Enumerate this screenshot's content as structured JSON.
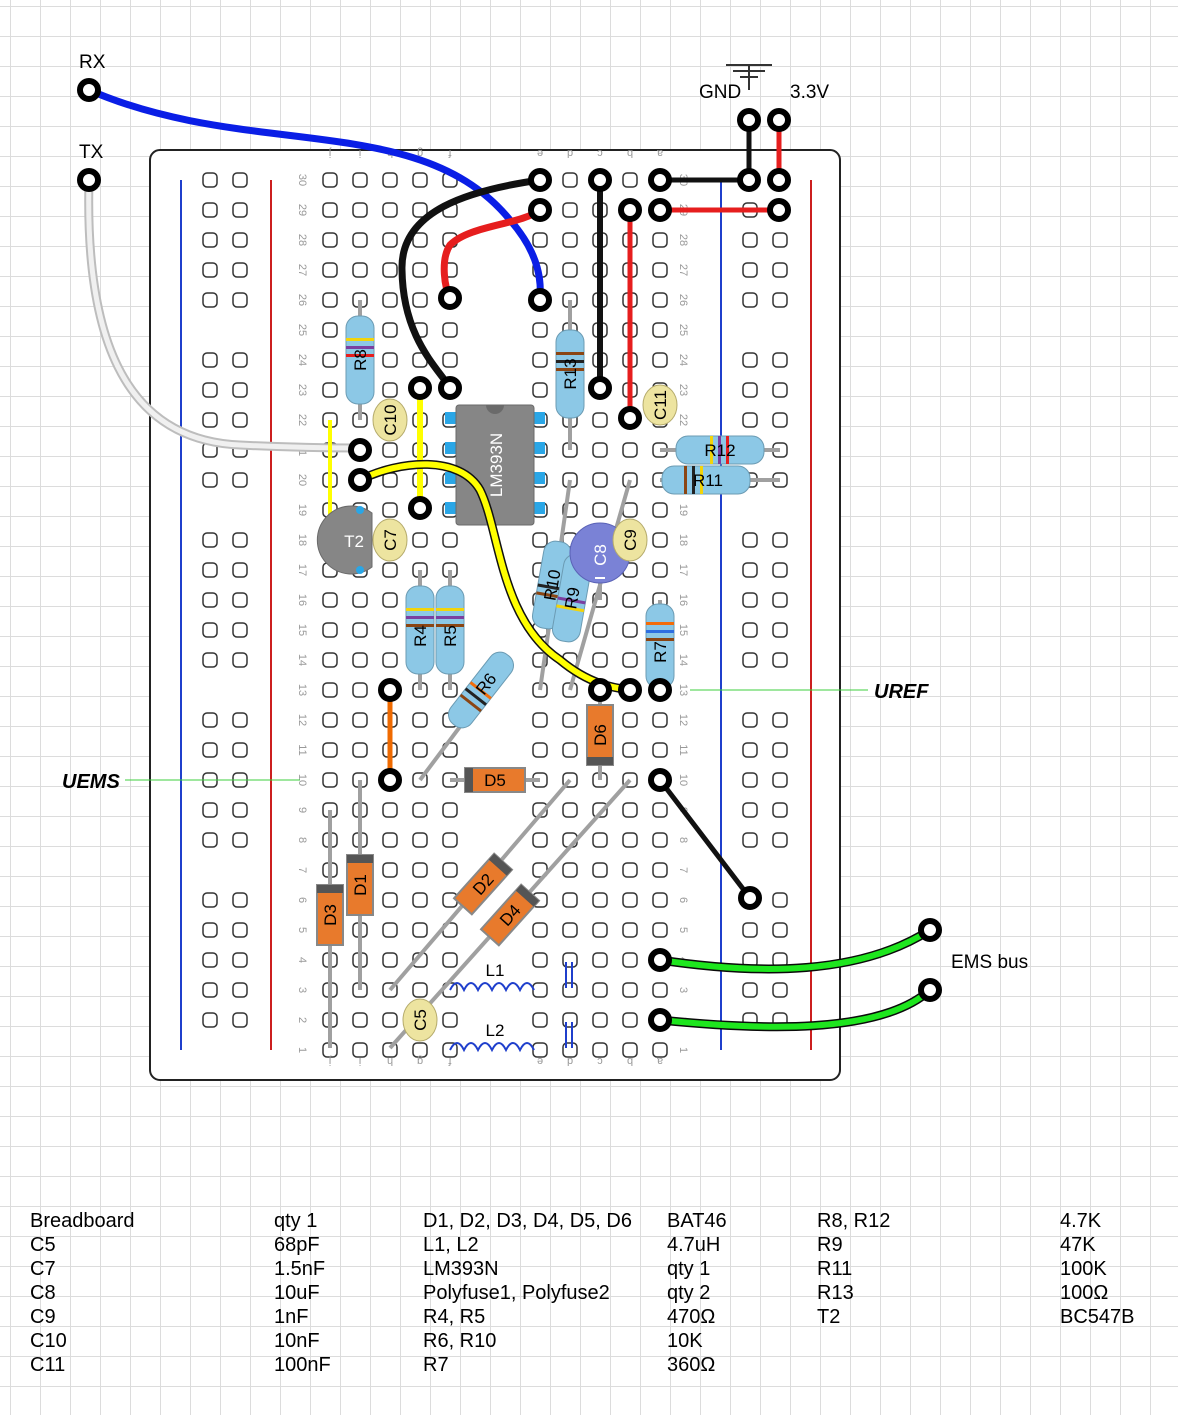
{
  "labels": {
    "rx": "RX",
    "tx": "TX",
    "gnd": "GND",
    "v33": "3.3V",
    "uref": "UREF",
    "uems": "UEMS",
    "ems_bus": "EMS bus"
  },
  "breadboard": {
    "column_letters": [
      "j",
      "i",
      "h",
      "g",
      "f",
      "e",
      "d",
      "c",
      "b",
      "a"
    ],
    "row_numbers": [
      "30",
      "29",
      "28",
      "27",
      "26",
      "25",
      "24",
      "23",
      "22",
      "21",
      "20",
      "19",
      "18",
      "17",
      "16",
      "15",
      "14",
      "13",
      "12",
      "11",
      "10",
      "9",
      "8",
      "7",
      "6",
      "5",
      "4",
      "3",
      "2",
      "1"
    ]
  },
  "components": {
    "ic": "LM393N",
    "r8": "R8",
    "r13": "R13",
    "r12": "R12",
    "r11": "R11",
    "r10": "R10",
    "r9": "R9",
    "r4": "R4",
    "r5": "R5",
    "r6": "R6",
    "r7": "R7",
    "c10": "C10",
    "c11": "C11",
    "c7": "C7",
    "c8": "C8",
    "c9": "C9",
    "c5": "C5",
    "t2": "T2",
    "d1": "D1",
    "d2": "D2",
    "d3": "D3",
    "d4": "D4",
    "d5": "D5",
    "d6": "D6",
    "l1": "L1",
    "l2": "L2"
  },
  "bom": [
    {
      "part": "Breadboard",
      "value": "qty 1"
    },
    {
      "part": "C5",
      "value": "68pF"
    },
    {
      "part": "C7",
      "value": "1.5nF"
    },
    {
      "part": "C8",
      "value": "10uF"
    },
    {
      "part": "C9",
      "value": "1nF"
    },
    {
      "part": "C10",
      "value": "10nF"
    },
    {
      "part": "C11",
      "value": "100nF"
    },
    {
      "part": "D1, D2, D3, D4, D5, D6",
      "value": "BAT46"
    },
    {
      "part": "L1, L2",
      "value": "4.7uH"
    },
    {
      "part": "LM393N",
      "value": "qty 1"
    },
    {
      "part": "Polyfuse1, Polyfuse2",
      "value": "qty 2"
    },
    {
      "part": "R4, R5",
      "value": "470Ω"
    },
    {
      "part": "R6, R10",
      "value": "10K"
    },
    {
      "part": "R7",
      "value": "360Ω"
    },
    {
      "part": "R8, R12",
      "value": "4.7K"
    },
    {
      "part": "R9",
      "value": "47K"
    },
    {
      "part": "R11",
      "value": "100K"
    },
    {
      "part": "R13",
      "value": "100Ω"
    },
    {
      "part": "T2",
      "value": "BC547B"
    }
  ],
  "colors": {
    "wire_blue": "#0a1ee6",
    "wire_black": "#111111",
    "wire_red": "#e61e1e",
    "wire_white": "#e6e6e6",
    "wire_yellow": "#ffff00",
    "wire_orange": "#ef6a00",
    "wire_green": "#1ee61e",
    "resistor": "#8cc8e6",
    "ceramic_cap": "#ede4a0",
    "electrolytic": "#7a82d6",
    "diode": "#e87a2c",
    "ic": "#868686",
    "rail_red": "#cc1f1f",
    "rail_blue": "#1f3fcc"
  }
}
